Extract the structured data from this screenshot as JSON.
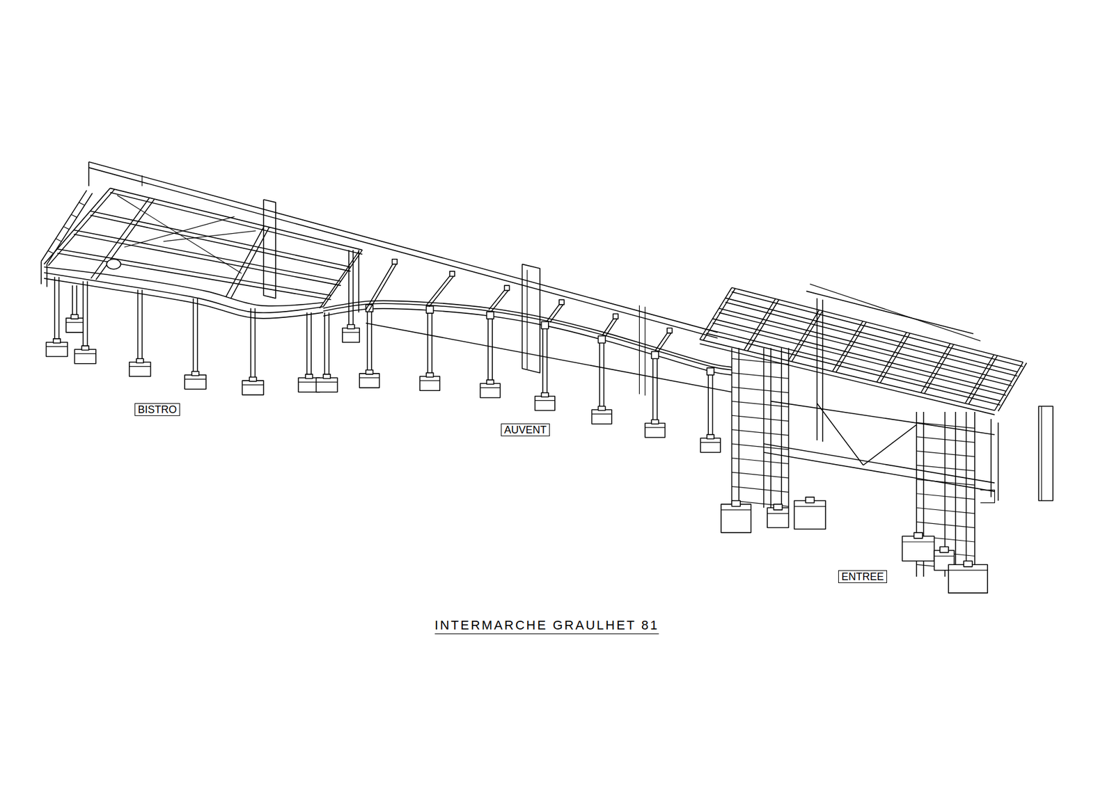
{
  "diagram": {
    "title": "INTERMARCHE GRAULHET 81",
    "nodes": [
      {
        "text": [
          "BISTRO"
        ]
      },
      {
        "text": [
          "AUVENT"
        ]
      },
      {
        "text": [
          "ENTREE"
        ]
      }
    ]
  }
}
